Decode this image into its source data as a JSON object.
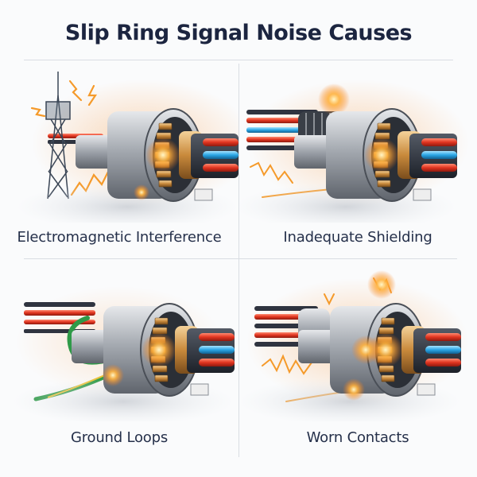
{
  "header": {
    "title": "Slip Ring Signal Noise Causes"
  },
  "colors": {
    "title": "#1c2540",
    "label": "#25304a",
    "divider": "#d9dde3",
    "spark_orange": "#f28a1e",
    "wire_red": "#e0341f",
    "wire_blue": "#2aa6e6",
    "ground_green": "#2f9a48",
    "metal": "#a9adb3",
    "copper": "#c98a3c"
  },
  "panels": [
    {
      "label": "Electromagnetic Interference",
      "icon": "slip-ring-with-radio-tower-icon",
      "position": "top-left"
    },
    {
      "label": "Inadequate Shielding",
      "icon": "slip-ring-with-damaged-braid-icon",
      "position": "top-right"
    },
    {
      "label": "Ground Loops",
      "icon": "slip-ring-with-green-ground-wire-icon",
      "position": "bottom-left"
    },
    {
      "label": "Worn Contacts",
      "icon": "slip-ring-with-sparking-contacts-icon",
      "position": "bottom-right"
    }
  ]
}
